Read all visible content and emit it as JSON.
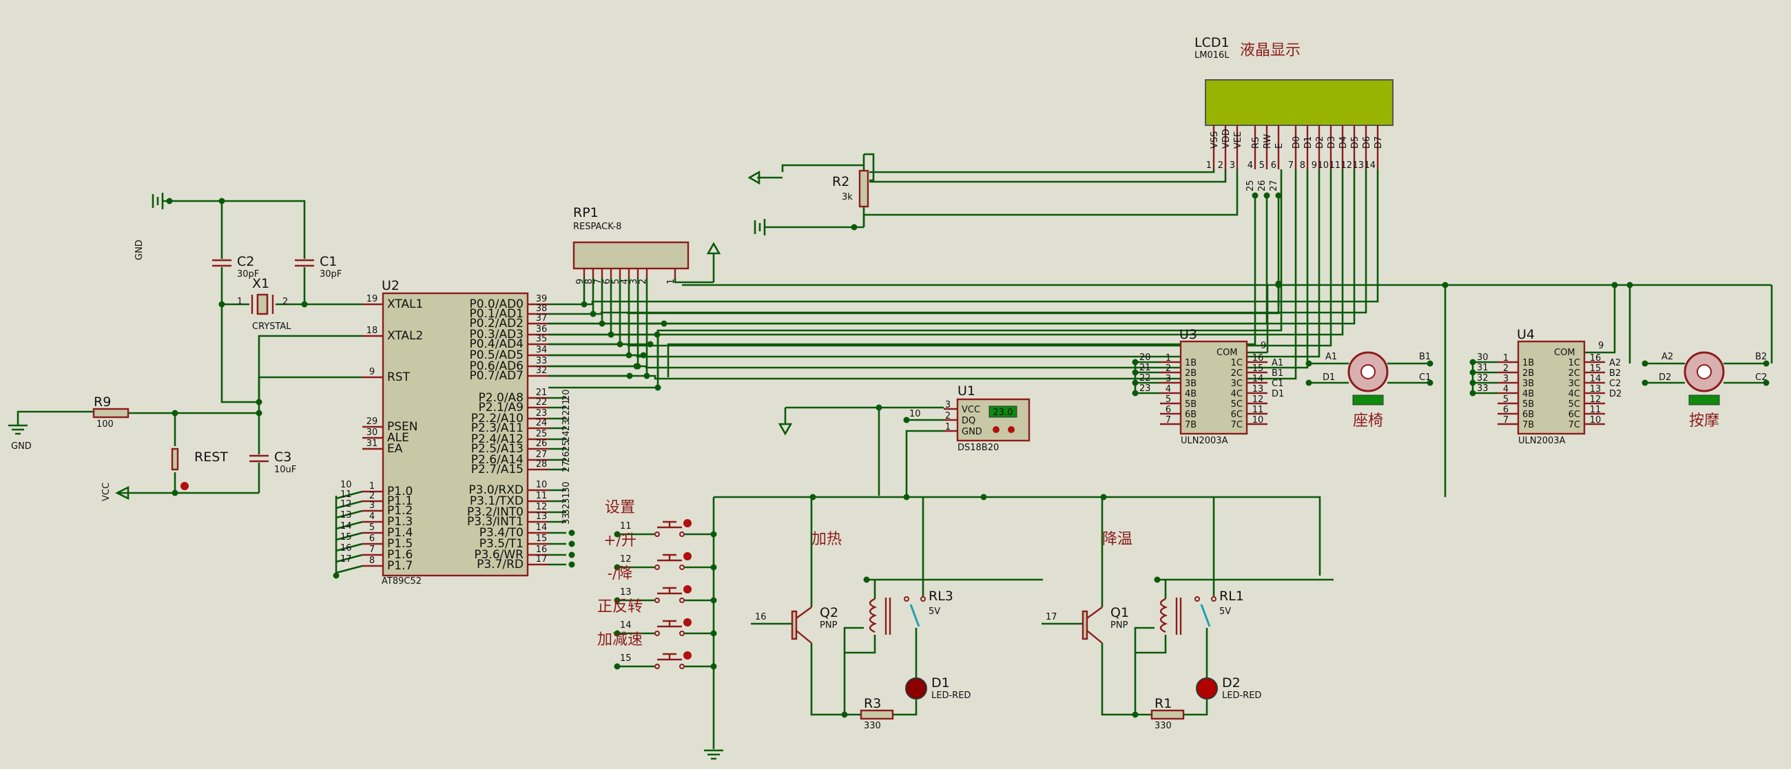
{
  "title": "液晶显示",
  "lcd": {
    "ref": "LCD1",
    "part": "LM016L",
    "pins": [
      "VSS",
      "VDD",
      "VEE",
      "RS",
      "RW",
      "E",
      "D0",
      "D1",
      "D2",
      "D3",
      "D4",
      "D5",
      "D6",
      "D7"
    ],
    "pin_numbers": [
      "1",
      "2",
      "3",
      "4",
      "5",
      "6",
      "7",
      "8",
      "9",
      "10",
      "11",
      "12",
      "13",
      "14"
    ],
    "net_labels": [
      "25",
      "26",
      "27"
    ]
  },
  "r2": {
    "ref": "R2",
    "value": "3k"
  },
  "rp1": {
    "ref": "RP1",
    "part": "RESPACK-8",
    "pins": [
      "9",
      "8",
      "7",
      "6",
      "5",
      "4",
      "3",
      "2",
      "1"
    ]
  },
  "mcu": {
    "ref": "U2",
    "part": "AT89C52",
    "left_pins": [
      {
        "num": "19",
        "name": "XTAL1"
      },
      {
        "num": "18",
        "name": "XTAL2"
      },
      {
        "num": "9",
        "name": "RST"
      },
      {
        "num": "29",
        "name": "PSEN"
      },
      {
        "num": "30",
        "name": "ALE"
      },
      {
        "num": "31",
        "name": "EA"
      },
      {
        "num": "1",
        "name": "P1.0"
      },
      {
        "num": "2",
        "name": "P1.1"
      },
      {
        "num": "3",
        "name": "P1.2"
      },
      {
        "num": "4",
        "name": "P1.3"
      },
      {
        "num": "5",
        "name": "P1.4"
      },
      {
        "num": "6",
        "name": "P1.5"
      },
      {
        "num": "7",
        "name": "P1.6"
      },
      {
        "num": "8",
        "name": "P1.7"
      }
    ],
    "p1_nets": [
      "10",
      "11",
      "12",
      "13",
      "14",
      "15",
      "16",
      "17"
    ],
    "right_pins": [
      {
        "num": "39",
        "name": "P0.0/AD0"
      },
      {
        "num": "38",
        "name": "P0.1/AD1"
      },
      {
        "num": "37",
        "name": "P0.2/AD2"
      },
      {
        "num": "36",
        "name": "P0.3/AD3"
      },
      {
        "num": "35",
        "name": "P0.4/AD4"
      },
      {
        "num": "34",
        "name": "P0.5/AD5"
      },
      {
        "num": "33",
        "name": "P0.6/AD6"
      },
      {
        "num": "32",
        "name": "P0.7/AD7"
      },
      {
        "num": "21",
        "name": "P2.0/A8"
      },
      {
        "num": "22",
        "name": "P2.1/A9"
      },
      {
        "num": "23",
        "name": "P2.2/A10"
      },
      {
        "num": "24",
        "name": "P2.3/A11"
      },
      {
        "num": "25",
        "name": "P2.4/A12"
      },
      {
        "num": "26",
        "name": "P2.5/A13"
      },
      {
        "num": "27",
        "name": "P2.6/A14"
      },
      {
        "num": "28",
        "name": "P2.7/A15"
      },
      {
        "num": "10",
        "name": "P3.0/RXD"
      },
      {
        "num": "11",
        "name": "P3.1/TXD"
      },
      {
        "num": "12",
        "name": "P3.2/INT0"
      },
      {
        "num": "13",
        "name": "P3.3/INT1"
      },
      {
        "num": "14",
        "name": "P3.4/T0"
      },
      {
        "num": "15",
        "name": "P3.5/T1"
      },
      {
        "num": "16",
        "name": "P3.6/WR"
      },
      {
        "num": "17",
        "name": "P3.7/RD"
      }
    ],
    "p2_nets": [
      "20",
      "21",
      "22",
      "23",
      "24",
      "25",
      "26",
      "27"
    ],
    "p3_nets": [
      "30",
      "31",
      "32",
      "33",
      "",
      "",
      "",
      ""
    ]
  },
  "crystal": {
    "ref": "X1",
    "part": "CRYSTAL",
    "pin1": "1",
    "pin2": "2"
  },
  "c1": {
    "ref": "C1",
    "value": "30pF"
  },
  "c2": {
    "ref": "C2",
    "value": "30pF"
  },
  "c3": {
    "ref": "C3",
    "value": "10uF"
  },
  "r9": {
    "ref": "R9",
    "value": "100"
  },
  "rest": {
    "label": "REST"
  },
  "gnd": "GND",
  "vcc": "VCC",
  "ds18b20": {
    "ref": "U1",
    "part": "DS18B20",
    "pins": [
      "VCC",
      "DQ",
      "GND"
    ],
    "pin_numbers": [
      "3",
      "2",
      "1"
    ],
    "net": "10",
    "reading": "23.0"
  },
  "buttons": [
    {
      "label": "设置",
      "net": "11"
    },
    {
      "label": "+/升",
      "net": "12"
    },
    {
      "label": "-/降",
      "net": "13"
    },
    {
      "label": "正反转",
      "net": "14"
    },
    {
      "label": "加减速",
      "net": "15"
    }
  ],
  "heat": {
    "label": "加热",
    "q": {
      "ref": "Q2",
      "type": "PNP",
      "net": "16"
    },
    "relay": {
      "ref": "RL3",
      "v": "5V"
    },
    "r": {
      "ref": "R3",
      "value": "330"
    },
    "led": {
      "ref": "D1",
      "part": "LED-RED"
    }
  },
  "cool": {
    "label": "降温",
    "q": {
      "ref": "Q1",
      "type": "PNP",
      "net": "17"
    },
    "relay": {
      "ref": "RL1",
      "v": "5V"
    },
    "r": {
      "ref": "R1",
      "value": "330"
    },
    "led": {
      "ref": "D2",
      "part": "LED-RED"
    }
  },
  "u3": {
    "ref": "U3",
    "part": "ULN2003A",
    "com_pin": "9",
    "com": "COM",
    "in_pins": [
      "1",
      "2",
      "3",
      "4",
      "5",
      "6",
      "7"
    ],
    "in_names": [
      "1B",
      "2B",
      "3B",
      "4B",
      "5B",
      "6B",
      "7B"
    ],
    "out_pins": [
      "16",
      "15",
      "14",
      "13",
      "12",
      "11",
      "10"
    ],
    "out_names": [
      "1C",
      "2C",
      "3C",
      "4C",
      "5C",
      "6C",
      "7C"
    ],
    "in_nets": [
      "20",
      "21",
      "22",
      "23"
    ],
    "out_nets": [
      "A1",
      "B1",
      "C1",
      "D1"
    ]
  },
  "u4": {
    "ref": "U4",
    "part": "ULN2003A",
    "com_pin": "9",
    "com": "COM",
    "in_pins": [
      "1",
      "2",
      "3",
      "4",
      "5",
      "6",
      "7"
    ],
    "in_names": [
      "1B",
      "2B",
      "3B",
      "4B",
      "5B",
      "6B",
      "7B"
    ],
    "out_pins": [
      "16",
      "15",
      "14",
      "13",
      "12",
      "11",
      "10"
    ],
    "out_names": [
      "1C",
      "2C",
      "3C",
      "4C",
      "5C",
      "6C",
      "7C"
    ],
    "in_nets": [
      "30",
      "31",
      "32",
      "33"
    ],
    "out_nets": [
      "A2",
      "B2",
      "C2",
      "D2"
    ]
  },
  "motor1": {
    "label": "座椅",
    "a": "A1",
    "b": "B1",
    "c": "C1",
    "d": "D1"
  },
  "motor2": {
    "label": "按摩",
    "a": "A2",
    "b": "B2",
    "c": "C2",
    "d": "D2"
  },
  "colors": {
    "wire": "#0a5a0a",
    "component": "#8c1c1c",
    "title": "#1a2ee8",
    "lcd": "#96b400",
    "background": "#e0e0d2"
  }
}
